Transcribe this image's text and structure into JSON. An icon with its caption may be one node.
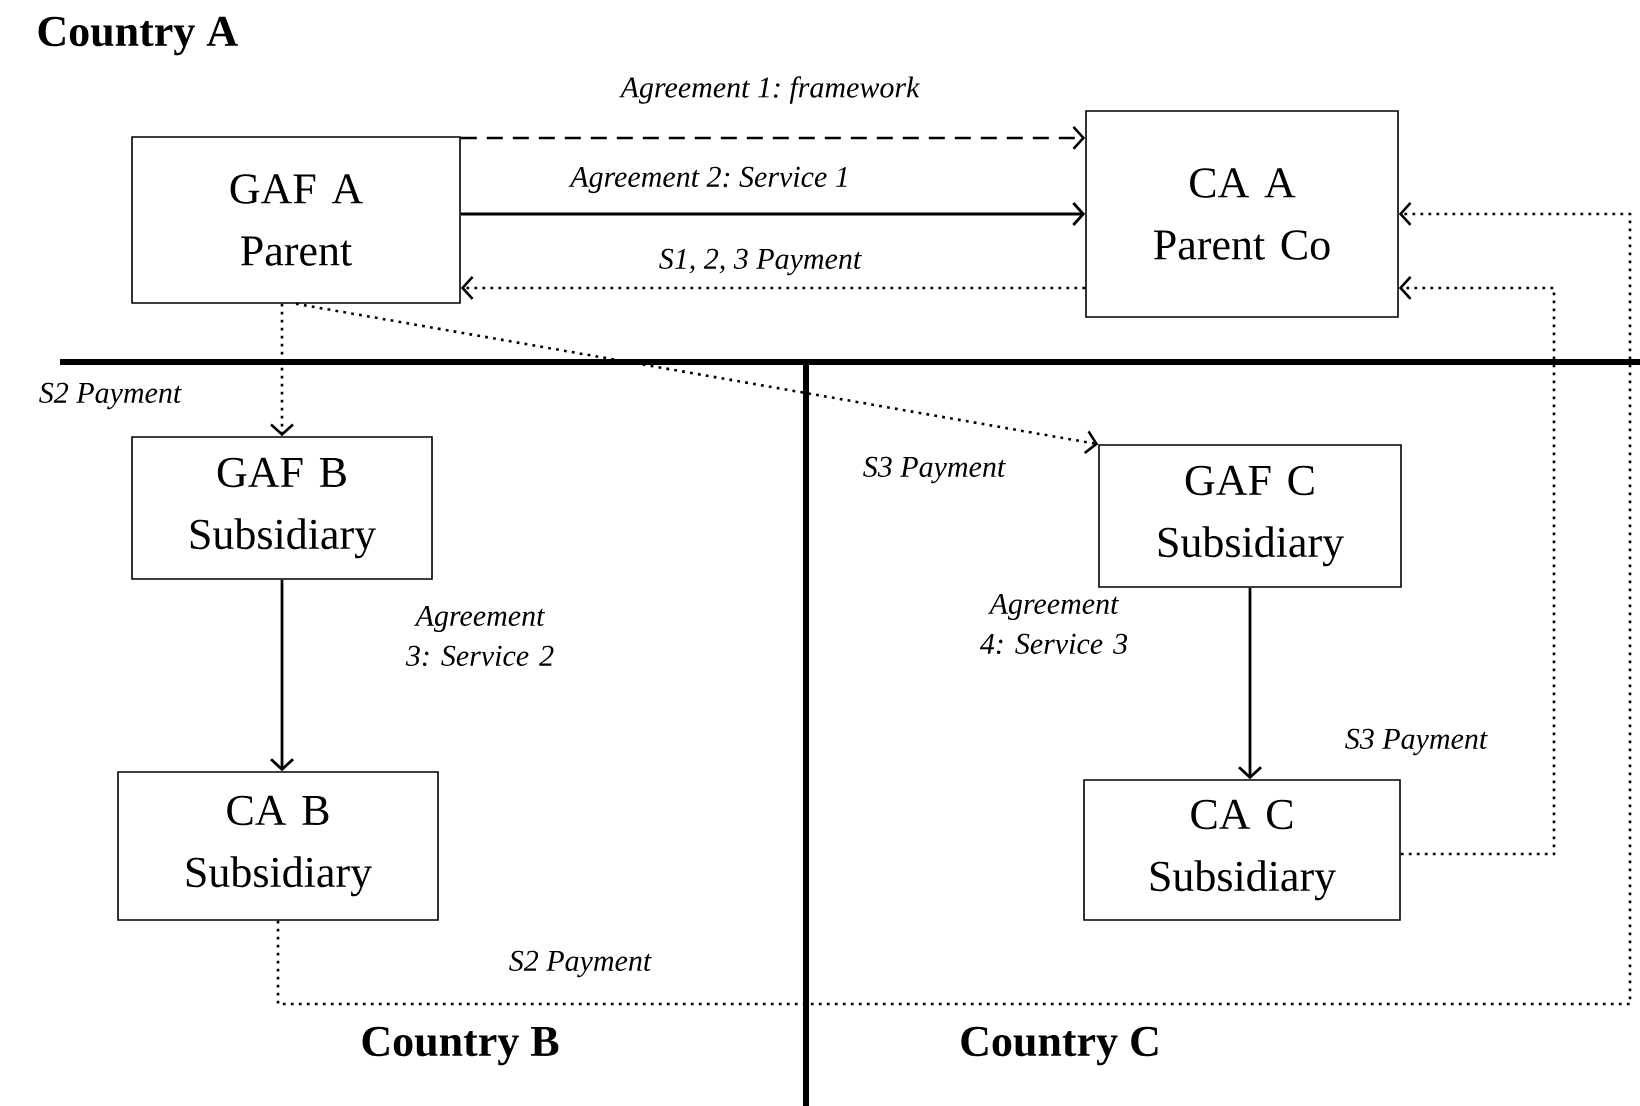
{
  "diagram": {
    "nodes": [
      {
        "text": [
          "GAF A Parent"
        ]
      },
      {
        "text": [
          "CA A Parent Co"
        ]
      },
      {
        "text": [
          "GAF B Subsidiary"
        ]
      },
      {
        "text": [
          "GAF C Subsidiary"
        ]
      },
      {
        "text": [
          "CA B Subsidiary"
        ]
      },
      {
        "text": [
          "CA C Subsidiary"
        ]
      }
    ],
    "edges": [
      {
        "from": 0,
        "to": 1,
        "arrow": "to",
        "label": "Agreement 1: framework",
        "style": "dashed"
      },
      {
        "from": 0,
        "to": 1,
        "arrow": "to",
        "label": "Agreement 2: Service 1"
      },
      {
        "from": 1,
        "to": 0,
        "arrow": "to",
        "label": "S1, 2, 3 Payment",
        "style": "dashed"
      },
      {
        "from": 0,
        "to": 2,
        "arrow": "to",
        "label": "S2 Payment",
        "style": "dashed"
      },
      {
        "from": 0,
        "to": 3,
        "arrow": "to",
        "label": "S3 Payment",
        "style": "dashed"
      },
      {
        "from": 2,
        "to": 4,
        "arrow": "to",
        "label": "Agreement 3: Service 2"
      },
      {
        "from": 3,
        "to": 5,
        "arrow": "to",
        "label": "Agreement 4: Service 3"
      },
      {
        "from": 5,
        "to": 1,
        "arrow": "to",
        "label": "S3 Payment",
        "style": "dashed"
      },
      {
        "from": 4,
        "to": 1,
        "arrow": "to",
        "label": "S2 Payment",
        "style": "dashed"
      }
    ],
    "labels": [
      "Country A",
      "Country B",
      "Country C"
    ]
  }
}
